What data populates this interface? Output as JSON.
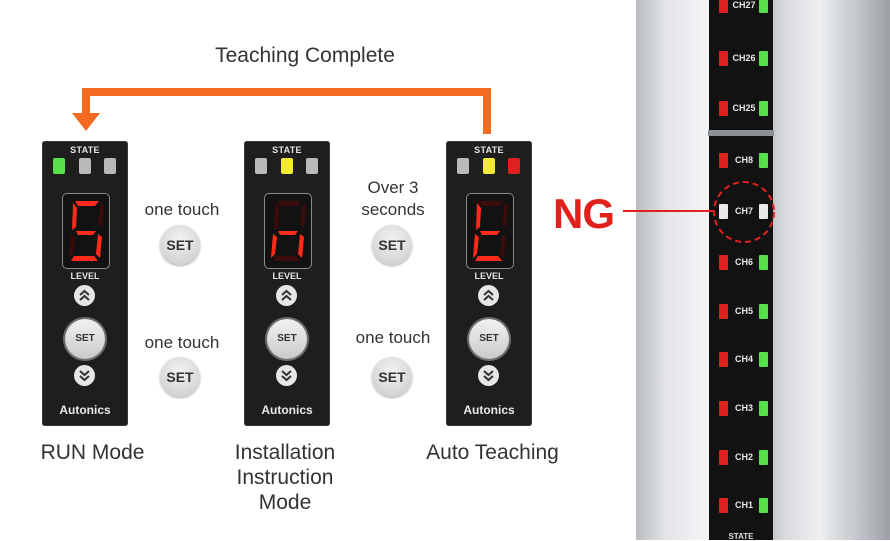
{
  "diagram": {
    "title": "Teaching Complete",
    "modes": [
      {
        "name": "RUN Mode",
        "display_char": "5",
        "state_leds": [
          "green",
          "off",
          "off"
        ]
      },
      {
        "name": "Installation\nInstruction\nMode",
        "display_char": "n",
        "state_leds": [
          "off",
          "yellow",
          "off"
        ]
      },
      {
        "name": "Auto Teaching",
        "display_char": "t",
        "state_leds": [
          "off",
          "yellow",
          "red"
        ]
      }
    ],
    "device": {
      "state_label": "STATE",
      "level_label": "LEVEL",
      "set_label": "SET",
      "brand": "Autonics"
    },
    "transitions": {
      "run_to_install_top": "one touch",
      "install_to_auto_top": "Over 3\nseconds",
      "run_to_install_bottom": "one touch",
      "install_to_auto_bottom": "one touch",
      "set_label": "SET"
    },
    "channel_strip": {
      "channels": [
        {
          "label": "CH27",
          "left": "red",
          "right": "green"
        },
        {
          "label": "CH26",
          "left": "red",
          "right": "green"
        },
        {
          "label": "CH25",
          "left": "red",
          "right": "green"
        },
        {
          "label": "CH8",
          "left": "red",
          "right": "green"
        },
        {
          "label": "CH7",
          "left": "off",
          "right": "off"
        },
        {
          "label": "CH6",
          "left": "red",
          "right": "green"
        },
        {
          "label": "CH5",
          "left": "red",
          "right": "green"
        },
        {
          "label": "CH4",
          "left": "red",
          "right": "green"
        },
        {
          "label": "CH3",
          "left": "red",
          "right": "green"
        },
        {
          "label": "CH2",
          "left": "red",
          "right": "green"
        },
        {
          "label": "CH1",
          "left": "red",
          "right": "green"
        }
      ],
      "bottom_label": "STATE"
    },
    "ng_label": "NG",
    "colors": {
      "arrow": "#f26b21",
      "ng": "#e3211c",
      "led_green": "#58e04a",
      "led_yellow": "#f2ea33",
      "led_red": "#e0201e",
      "led_off": "#b9b9b9"
    }
  }
}
